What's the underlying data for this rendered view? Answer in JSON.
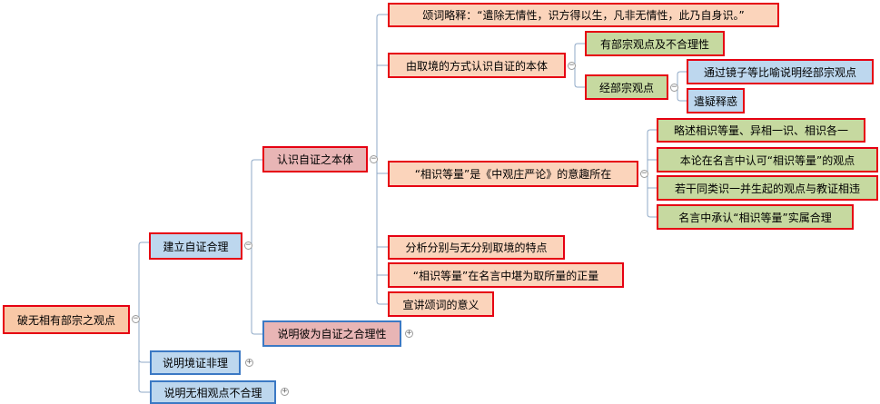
{
  "root": {
    "label": "破无相有部宗之观点"
  },
  "branches": [
    {
      "label": "建立自证合理"
    },
    {
      "label": "说明境证非理"
    },
    {
      "label": "说明无相观点不合理"
    }
  ],
  "sub": [
    {
      "label": "认识自证之本体"
    },
    {
      "label": "说明彼为自证之合理性"
    }
  ],
  "topics": [
    {
      "label": "颂词略释：“遣除无情性，识方得以生，凡非无情性，此乃自身识。”"
    },
    {
      "label": "由取境的方式认识自证的本体"
    },
    {
      "label": "“相识等量”是《中观庄严论》的意趣所在"
    },
    {
      "label": "分析分别与无分别取境的特点"
    },
    {
      "label": "“相识等量”在名言中堪为取所量的正量"
    },
    {
      "label": "宣讲颂词的意义"
    }
  ],
  "details": [
    {
      "label": "有部宗观点及不合理性"
    },
    {
      "label": "经部宗观点"
    },
    {
      "label": "略述相识等量、异相一识、相识各一"
    },
    {
      "label": "本论在名言中认可“相识等量”的观点"
    },
    {
      "label": "若干同类识一并生起的观点与教证相违"
    },
    {
      "label": "名言中承认“相识等量”实属合理"
    }
  ],
  "leaves": [
    {
      "label": "通过镜子等比喻说明经部宗观点"
    },
    {
      "label": "遣疑释惑"
    }
  ],
  "toggles": {
    "collapse": "−",
    "expand": "+"
  },
  "colors": {
    "connector": "#8fa9c7",
    "red_border": "#e60012",
    "blue_border": "#3b79c4"
  }
}
